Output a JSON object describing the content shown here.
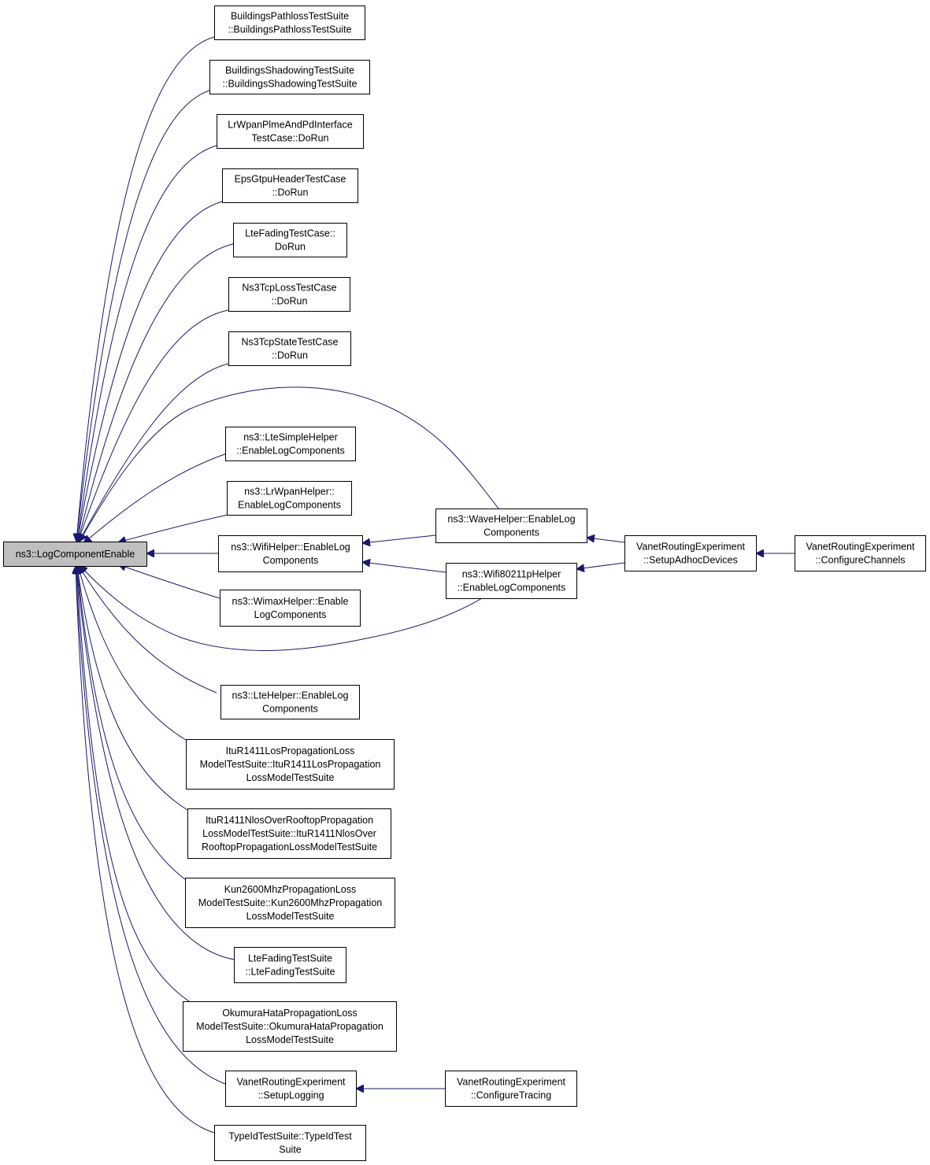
{
  "nodes": {
    "root": {
      "lines": [
        "ns3::LogComponentEnable"
      ]
    },
    "n1": {
      "lines": [
        "BuildingsPathlossTestSuite",
        "::BuildingsPathlossTestSuite"
      ]
    },
    "n2": {
      "lines": [
        "BuildingsShadowingTestSuite",
        "::BuildingsShadowingTestSuite"
      ]
    },
    "n3": {
      "lines": [
        "LrWpanPlmeAndPdInterface",
        "TestCase::DoRun"
      ]
    },
    "n4": {
      "lines": [
        "EpsGtpuHeaderTestCase",
        "::DoRun"
      ]
    },
    "n5": {
      "lines": [
        "LteFadingTestCase::",
        "DoRun"
      ]
    },
    "n6": {
      "lines": [
        "Ns3TcpLossTestCase",
        "::DoRun"
      ]
    },
    "n7": {
      "lines": [
        "Ns3TcpStateTestCase",
        "::DoRun"
      ]
    },
    "n8": {
      "lines": [
        "ns3::LteSimpleHelper",
        "::EnableLogComponents"
      ]
    },
    "n9": {
      "lines": [
        "ns3::LrWpanHelper::",
        "EnableLogComponents"
      ]
    },
    "n10": {
      "lines": [
        "ns3::WifiHelper::EnableLog",
        "Components"
      ]
    },
    "n11": {
      "lines": [
        "ns3::WimaxHelper::Enable",
        "LogComponents"
      ]
    },
    "n12": {
      "lines": [
        "ns3::LteHelper::EnableLog",
        "Components"
      ]
    },
    "n13": {
      "lines": [
        "ItuR1411LosPropagationLoss",
        "ModelTestSuite::ItuR1411LosPropagation",
        "LossModelTestSuite"
      ]
    },
    "n14": {
      "lines": [
        "ItuR1411NlosOverRooftopPropagation",
        "LossModelTestSuite::ItuR1411NlosOver",
        "RooftopPropagationLossModelTestSuite"
      ]
    },
    "n15": {
      "lines": [
        "Kun2600MhzPropagationLoss",
        "ModelTestSuite::Kun2600MhzPropagation",
        "LossModelTestSuite"
      ]
    },
    "n16": {
      "lines": [
        "LteFadingTestSuite",
        "::LteFadingTestSuite"
      ]
    },
    "n17": {
      "lines": [
        "OkumuraHataPropagationLoss",
        "ModelTestSuite::OkumuraHataPropagation",
        "LossModelTestSuite"
      ]
    },
    "n18": {
      "lines": [
        "VanetRoutingExperiment",
        "::SetupLogging"
      ]
    },
    "n19": {
      "lines": [
        "TypeIdTestSuite::TypeIdTest",
        "Suite"
      ]
    },
    "w1": {
      "lines": [
        "ns3::WaveHelper::EnableLog",
        "Components"
      ]
    },
    "w2": {
      "lines": [
        "ns3::Wifi80211pHelper",
        "::EnableLogComponents"
      ]
    },
    "v1": {
      "lines": [
        "VanetRoutingExperiment",
        "::SetupAdhocDevices"
      ]
    },
    "v2": {
      "lines": [
        "VanetRoutingExperiment",
        "::ConfigureChannels"
      ]
    },
    "t1": {
      "lines": [
        "VanetRoutingExperiment",
        "::ConfigureTracing"
      ]
    }
  },
  "edges": [
    {
      "from": "n1",
      "to": "root"
    },
    {
      "from": "n2",
      "to": "root"
    },
    {
      "from": "n3",
      "to": "root"
    },
    {
      "from": "n4",
      "to": "root"
    },
    {
      "from": "n5",
      "to": "root"
    },
    {
      "from": "n6",
      "to": "root"
    },
    {
      "from": "n7",
      "to": "root"
    },
    {
      "from": "w1",
      "to": "root"
    },
    {
      "from": "n8",
      "to": "root"
    },
    {
      "from": "n9",
      "to": "root"
    },
    {
      "from": "n10",
      "to": "root"
    },
    {
      "from": "n11",
      "to": "root"
    },
    {
      "from": "w2",
      "to": "root"
    },
    {
      "from": "n12",
      "to": "root"
    },
    {
      "from": "n13",
      "to": "root"
    },
    {
      "from": "n14",
      "to": "root"
    },
    {
      "from": "n15",
      "to": "root"
    },
    {
      "from": "n16",
      "to": "root"
    },
    {
      "from": "n17",
      "to": "root"
    },
    {
      "from": "n18",
      "to": "root"
    },
    {
      "from": "n19",
      "to": "root"
    },
    {
      "from": "w1",
      "to": "n10"
    },
    {
      "from": "w2",
      "to": "n10"
    },
    {
      "from": "v1",
      "to": "w1"
    },
    {
      "from": "v1",
      "to": "w2"
    },
    {
      "from": "v2",
      "to": "v1"
    },
    {
      "from": "t1",
      "to": "n18"
    }
  ],
  "colors": {
    "edge": "#191970",
    "root_fill": "#bfbfbf",
    "node_fill": "#ffffff",
    "border": "#000000"
  }
}
